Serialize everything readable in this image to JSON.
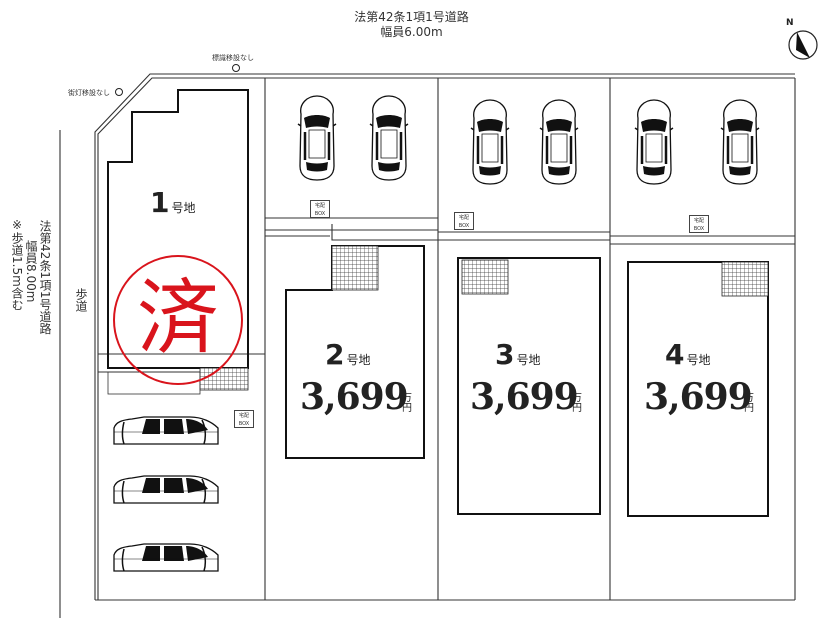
{
  "roads": {
    "top_line1": "法第42条1項1号道路",
    "top_line2": "幅員6.00m",
    "left_line1": "法第42条1項1号道路",
    "left_line2": "幅員8.00m",
    "left_line3": "※歩道1.5m含む",
    "sidewalk": "歩道"
  },
  "notes": {
    "boundary_marker": "標識移設なし",
    "street_light": "街灯移設なし"
  },
  "delivery_box": {
    "line1": "宅配",
    "line2": "BOX"
  },
  "lot_suffix": "号地",
  "price_unit": {
    "line1": "万",
    "line2": "円"
  },
  "stamp_text": "済",
  "lots": [
    {
      "number": "1",
      "price": ""
    },
    {
      "number": "2",
      "price": "3,699"
    },
    {
      "number": "3",
      "price": "3,699"
    },
    {
      "number": "4",
      "price": "3,699"
    }
  ],
  "compass_label": "N",
  "colors": {
    "stamp": "#d9141c",
    "lines": "#222222"
  }
}
